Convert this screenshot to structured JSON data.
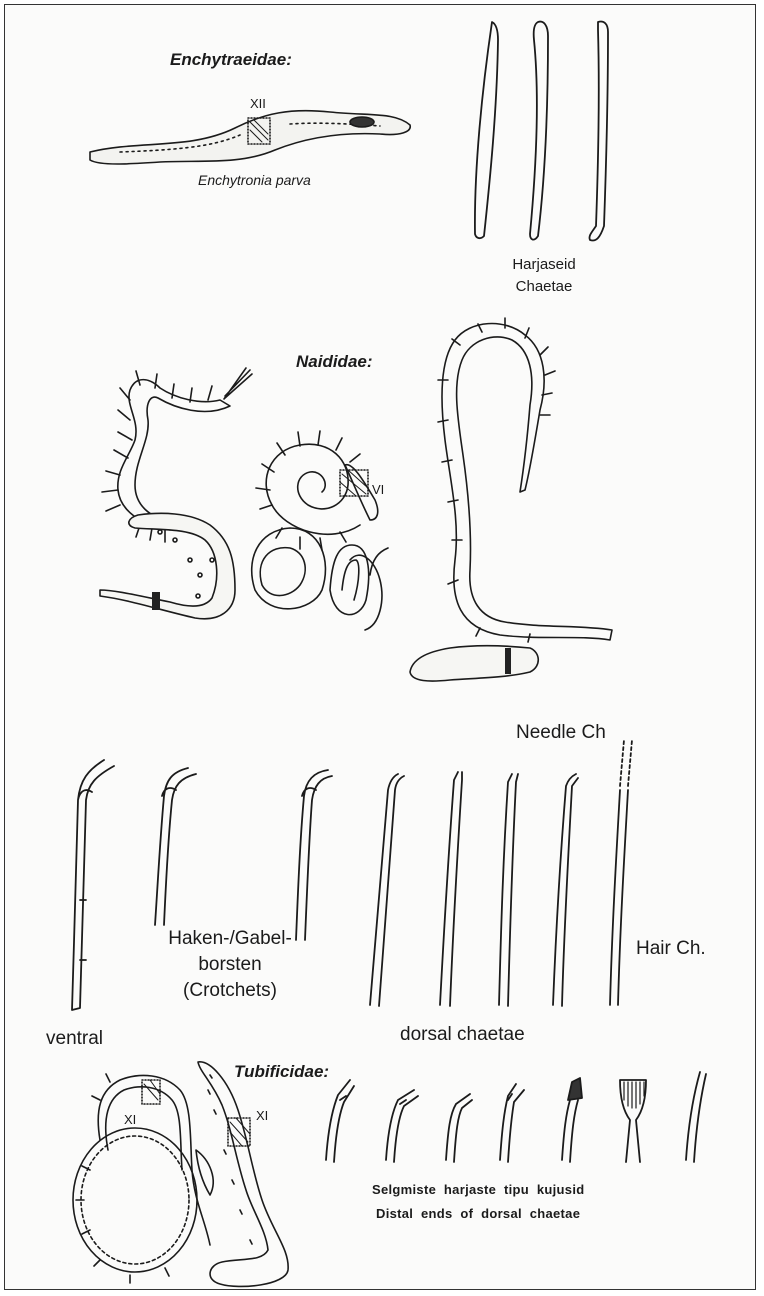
{
  "sections": {
    "enchytraeidae": {
      "family_label": "Enchytraeidae:",
      "segment_label": "XII",
      "species_label": "Enchytronia parva",
      "chaetae_label_line1": "Harjaseid",
      "chaetae_label_line2": "Chaetae"
    },
    "naididae": {
      "family_label": "Naididae:",
      "segment_label": "VI"
    },
    "chaetae_types": {
      "needle_label": "Needle Ch",
      "crotchets_line1": "Haken-/Gabel-",
      "crotchets_line2": "borsten",
      "crotchets_line3": "(Crotchets)",
      "hair_label": "Hair Ch.",
      "ventral_label": "ventral",
      "dorsal_label": "dorsal chaetae"
    },
    "tubificidae": {
      "family_label": "Tubificidae:",
      "segment_label_left": "XI",
      "segment_label_right": "XI",
      "caption_line1": "Selgmiste  harjaste  tipu  kujusid",
      "caption_line2": "Distal  ends  of  dorsal  chaetae"
    }
  },
  "colors": {
    "ink": "#1b1b1b",
    "background": "#fbfbfa",
    "frame": "#333333"
  }
}
